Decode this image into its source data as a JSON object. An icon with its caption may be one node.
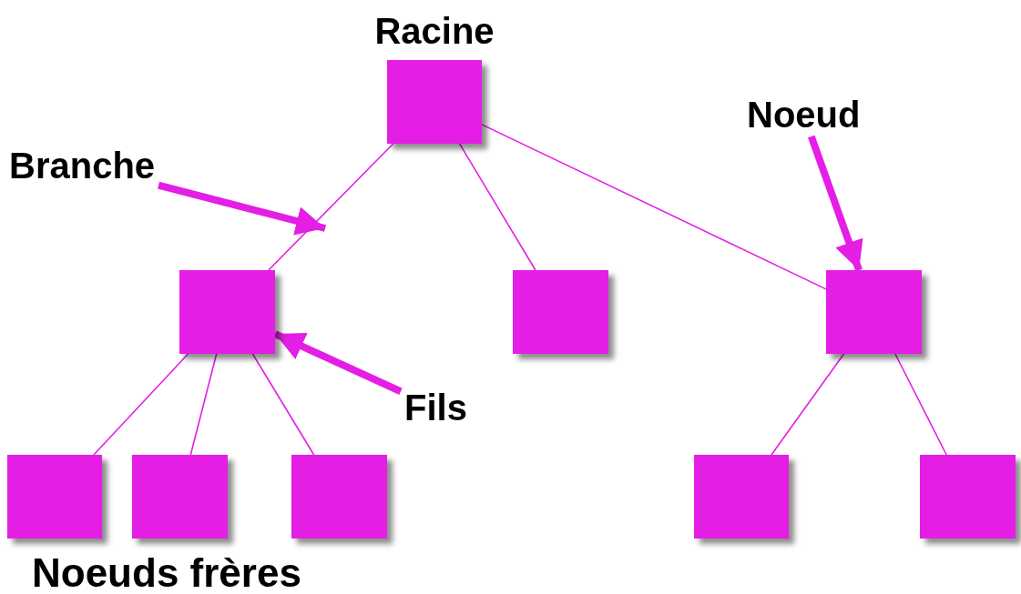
{
  "diagram": {
    "nodes": [
      {
        "text": [
          "Racine"
        ]
      },
      {
        "text": [],
        "shape": "box"
      },
      {
        "text": [],
        "shape": "box"
      },
      {
        "text": [],
        "shape": "box"
      },
      {
        "text": [],
        "shape": "box"
      },
      {
        "text": [],
        "shape": "box"
      },
      {
        "text": [],
        "shape": "box"
      },
      {
        "text": [],
        "shape": "box"
      },
      {
        "text": [],
        "shape": "box"
      },
      {
        "text": [
          "Branche"
        ]
      },
      {
        "text": [
          "Noeud"
        ]
      },
      {
        "text": [
          "Fils"
        ]
      }
    ],
    "edges": [
      {
        "from": 0,
        "to": 1,
        "arrow": "none"
      },
      {
        "from": 0,
        "to": 2,
        "arrow": "none"
      },
      {
        "from": 0,
        "to": 3,
        "arrow": "none"
      },
      {
        "from": 1,
        "to": 4,
        "arrow": "none"
      },
      {
        "from": 1,
        "to": 5,
        "arrow": "none"
      },
      {
        "from": 1,
        "to": 6,
        "arrow": "none"
      },
      {
        "from": 3,
        "to": 7,
        "arrow": "none"
      },
      {
        "from": 3,
        "to": 8,
        "arrow": "none"
      },
      {
        "from": 9,
        "to": null,
        "arrow": "to",
        "style": "thick"
      },
      {
        "from": 10,
        "to": 3,
        "arrow": "to",
        "style": "thick"
      },
      {
        "from": 11,
        "to": 1,
        "arrow": "to",
        "style": "thick"
      }
    ],
    "labels": [
      "Noeuds frères"
    ]
  }
}
